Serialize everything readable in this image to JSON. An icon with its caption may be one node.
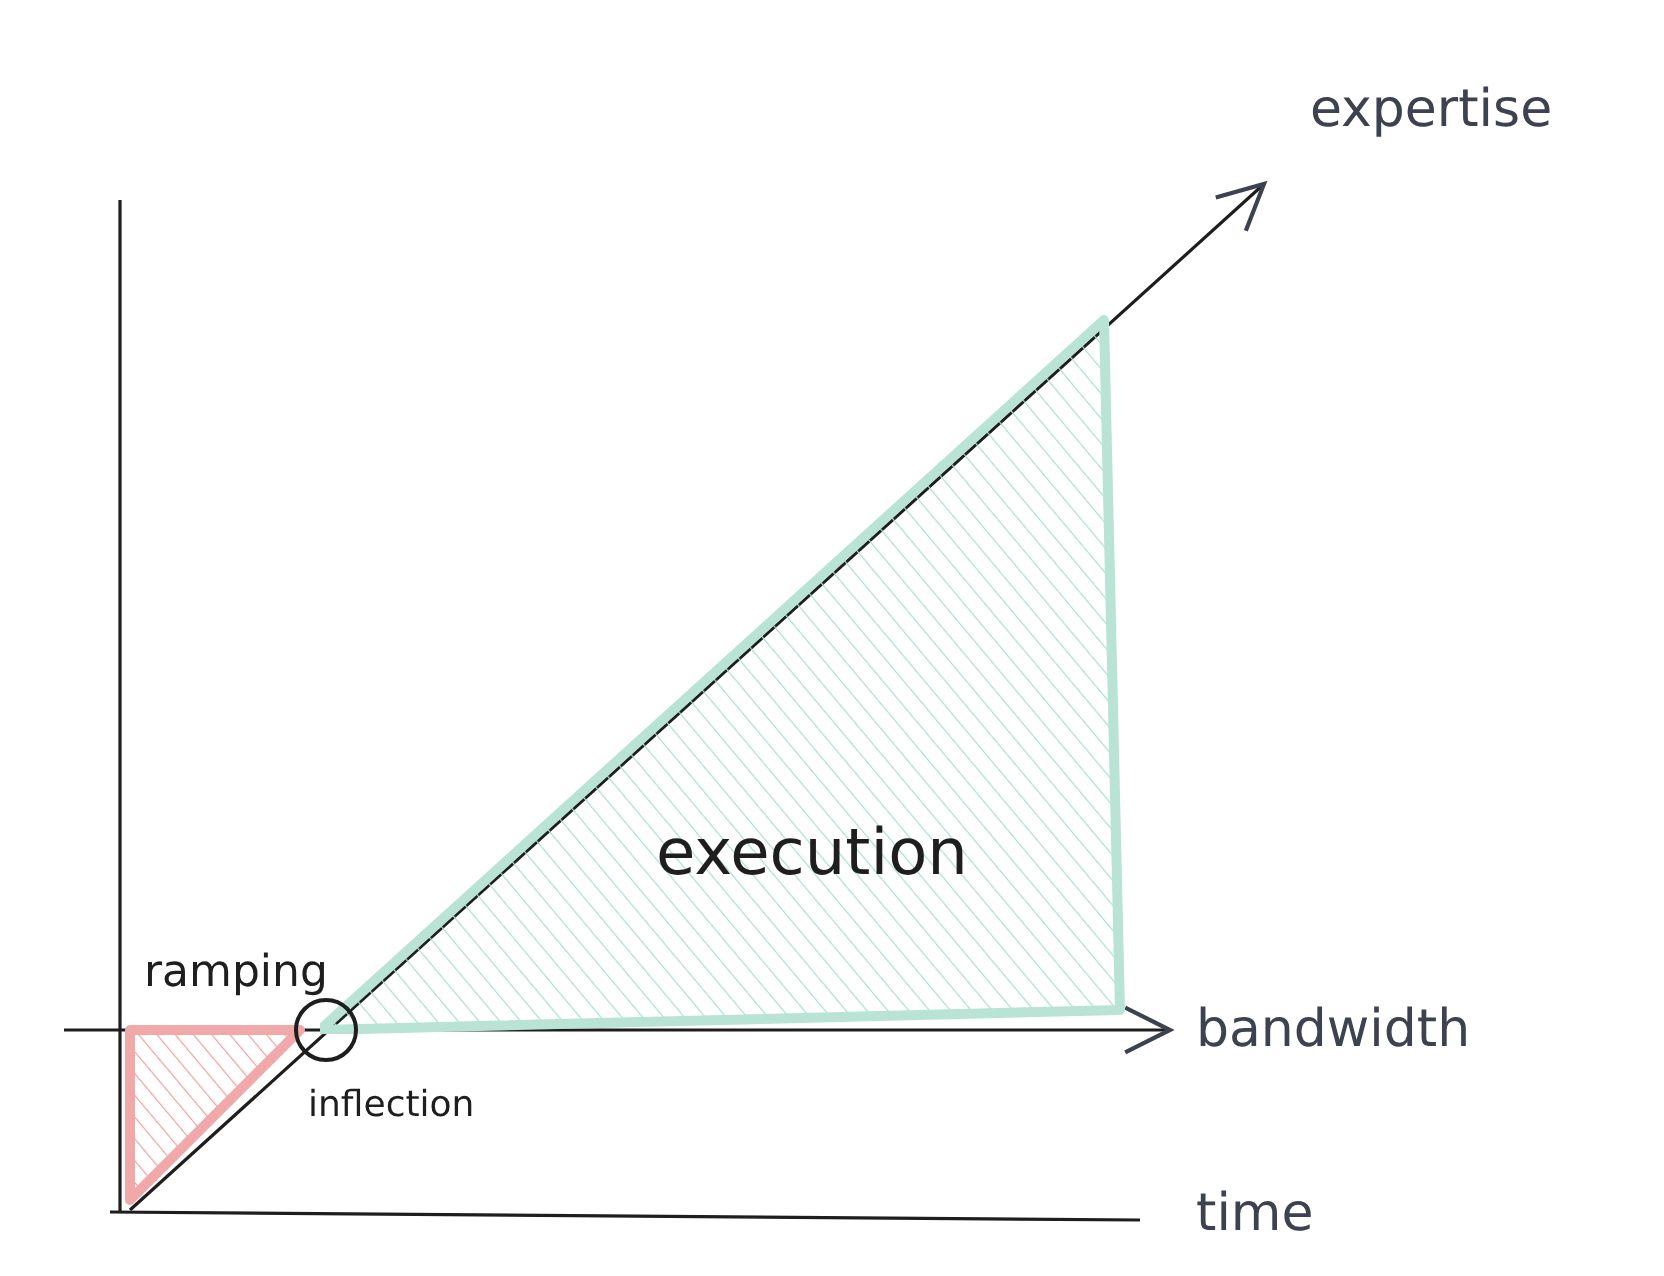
{
  "diagram": {
    "nodes": [
      {
        "text": [
          "execution"
        ]
      },
      {
        "text": [
          "ramping"
        ]
      },
      {
        "text": [],
        "shape": "circle",
        "beside": [
          "inflection"
        ]
      }
    ],
    "labels": [
      "expertise",
      "bandwidth",
      "time"
    ]
  }
}
